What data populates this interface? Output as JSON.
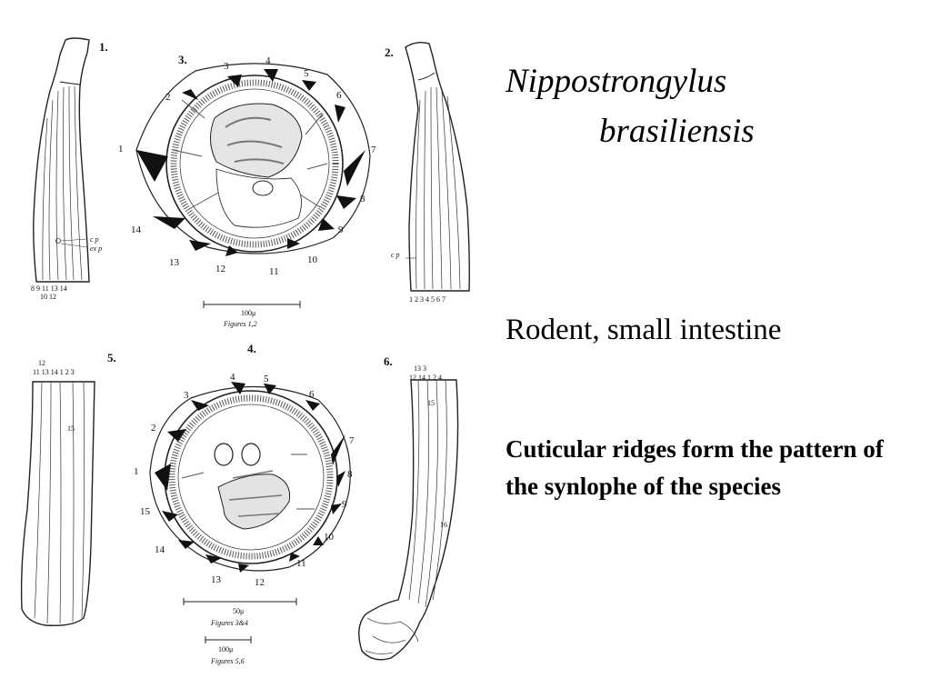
{
  "title": {
    "line1": "Nippostrongylus",
    "line2": "brasiliensis"
  },
  "host": "Rodent, small intestine",
  "description": "Cuticular ridges form the pattern of the synlophe of the species",
  "plate": {
    "figure_numbers": [
      "1.",
      "2.",
      "3.",
      "4.",
      "5.",
      "6."
    ],
    "fig3_ridges": [
      "1",
      "2",
      "3",
      "4",
      "5",
      "6",
      "7",
      "8",
      "9",
      "10",
      "11",
      "12",
      "13",
      "14"
    ],
    "fig4_ridges": [
      "1",
      "2",
      "3",
      "4",
      "5",
      "6",
      "7",
      "8",
      "9",
      "10",
      "11",
      "12",
      "13",
      "14",
      "15"
    ],
    "fig1_labels": {
      "cp": "c p",
      "exp": "ex p",
      "bottom1": "8 9 11  13  14",
      "bottom2": "10 12"
    },
    "fig2_labels": {
      "cp": "c p",
      "bottom": "1 2 3  4  5 6 7"
    },
    "fig5_labels": {
      "top1": "12",
      "top2": "11 13 14   1 2 3",
      "mid": "15"
    },
    "fig6_labels": {
      "top1": "13       3",
      "top2": "12 14   1 2 4",
      "mid": "15",
      "mid2": "16"
    },
    "scale_12": {
      "value": "100μ",
      "caption": "Figures  1,2"
    },
    "scale_34": {
      "value": "50μ",
      "caption": "Figures  3&4"
    },
    "scale_56": {
      "value": "100μ",
      "caption": "Figures  5,6"
    }
  }
}
